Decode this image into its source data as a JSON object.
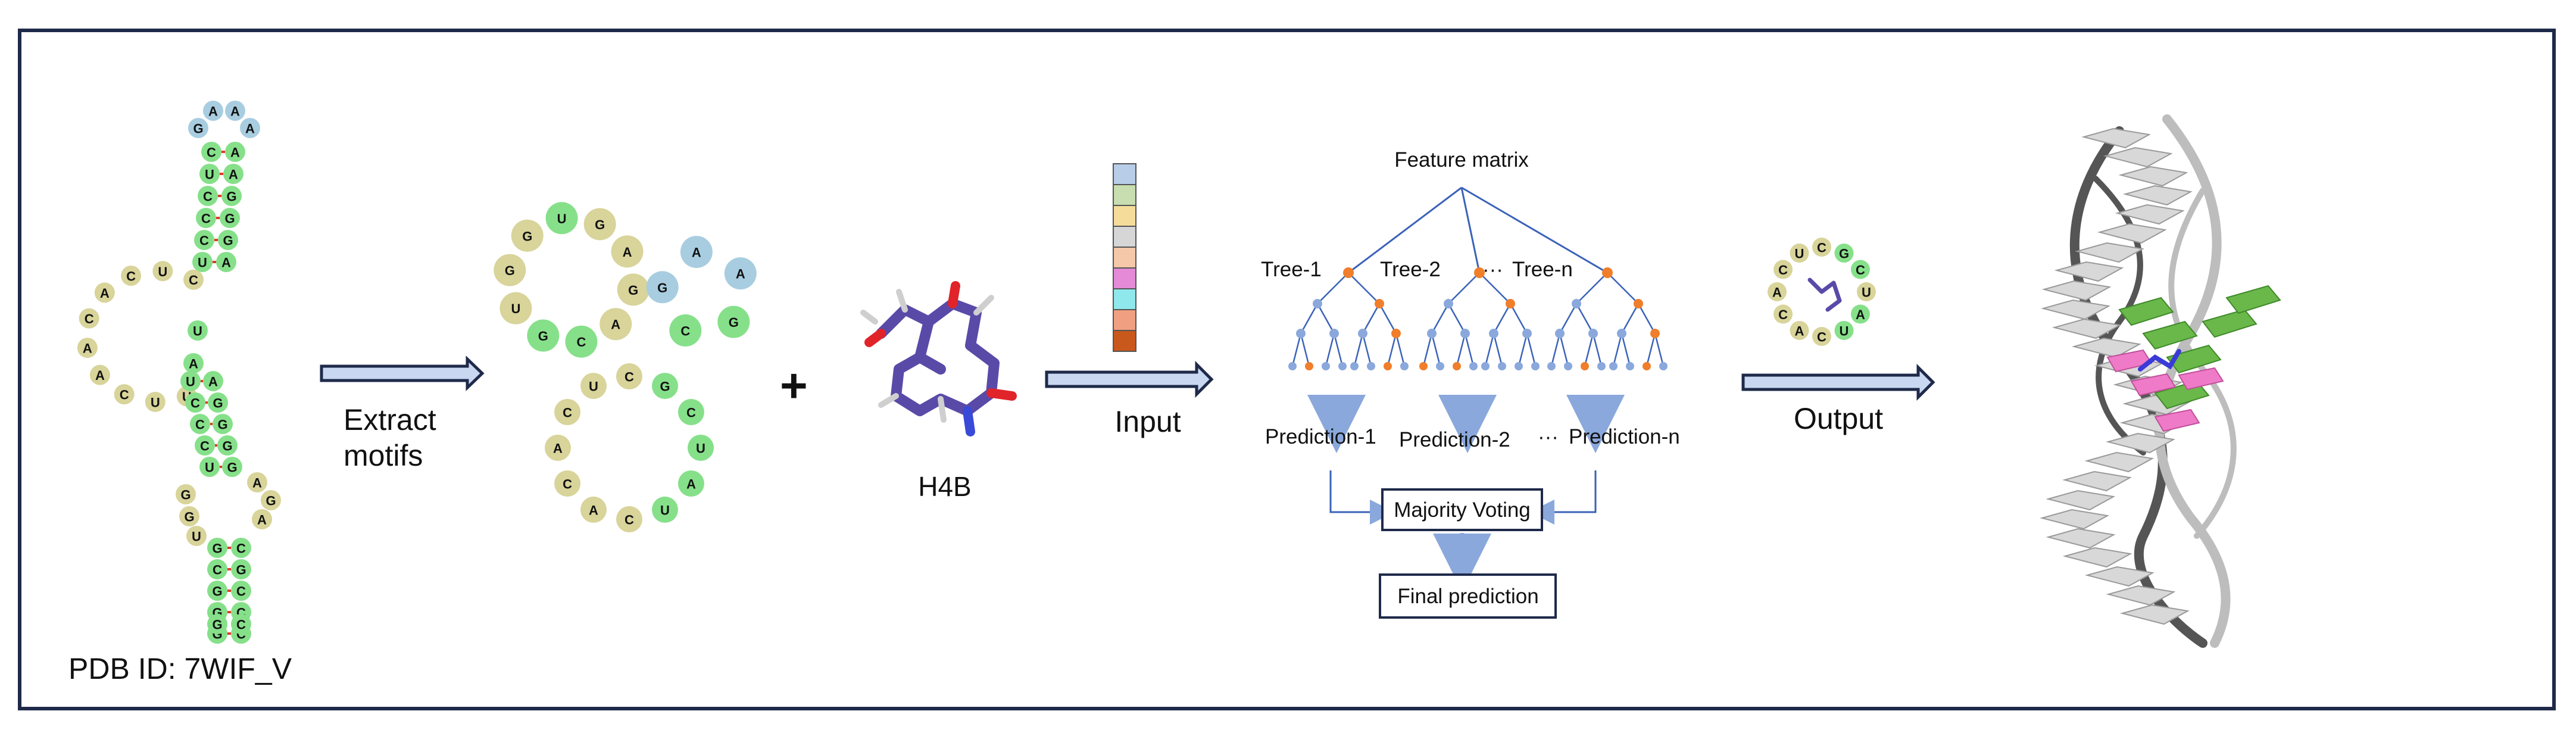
{
  "pdb_id_label": "PDB ID: 7WIF_V",
  "extract_label_line1": "Extract",
  "extract_label_line2": "motifs",
  "plus_sign": "+",
  "ligand_label": "H4B",
  "input_label": "Input",
  "output_label": "Output",
  "forest": {
    "feature_matrix": "Feature matrix",
    "trees": [
      "Tree-1",
      "Tree-2",
      "Tree-n"
    ],
    "tree_ellipsis": "···",
    "predictions": [
      "Prediction-1",
      "Prediction-2",
      "Prediction-n"
    ],
    "prediction_ellipsis": "···",
    "majority_voting": "Majority Voting",
    "final_prediction": "Final prediction"
  },
  "feature_vector_colors": [
    "#b8cde8",
    "#c8ddb0",
    "#f5dc9a",
    "#d6d6d6",
    "#f4c8a8",
    "#e58ad6",
    "#8fe8ec",
    "#f0a080",
    "#c8581c"
  ],
  "colors": {
    "frame": "#1f2a4a",
    "arrow_fill": "#c9d8f0",
    "arrow_stroke": "#1f2a4a",
    "tree_line": "#3a62b8",
    "tree_node_blue": "#8aa8dc",
    "tree_node_orange": "#f07e2a",
    "nt_green": "#86e08a",
    "nt_yellow": "#d8d49a",
    "nt_blue": "#a8cde0",
    "bond_red": "#e03a2a",
    "protein_grey": "#d8d8d8",
    "binding_green": "#6ab84a",
    "binding_pink": "#ee7ac8"
  },
  "rna_full": {
    "top_loop": [
      [
        "G",
        "b"
      ],
      [
        "A",
        "b"
      ],
      [
        "A",
        "b"
      ]
    ],
    "upper_stem": [
      [
        "C",
        "g",
        "A",
        "g"
      ],
      [
        "U",
        "g",
        "A",
        "g"
      ],
      [
        "C",
        "g",
        "G",
        "g"
      ],
      [
        "C",
        "g",
        "G",
        "g"
      ],
      [
        "C",
        "g",
        "G",
        "g"
      ],
      [
        "U",
        "g",
        "A",
        "g"
      ]
    ],
    "big_loop": [
      [
        "C",
        "y"
      ],
      [
        "U",
        "y"
      ],
      [
        "C",
        "y"
      ],
      [
        "A",
        "y"
      ],
      [
        "C",
        "y"
      ],
      [
        "A",
        "y"
      ],
      [
        "A",
        "y"
      ],
      [
        "C",
        "y"
      ],
      [
        "U",
        "y"
      ],
      [
        "U",
        "y"
      ]
    ],
    "middle_stem": [
      [
        "U",
        "g",
        "A",
        "g"
      ],
      [
        "C",
        "g",
        "G",
        "g"
      ],
      [
        "C",
        "g",
        "G",
        "g"
      ],
      [
        "C",
        "g",
        "G",
        "g"
      ],
      [
        "U",
        "g",
        "G",
        "g"
      ]
    ],
    "small_loop": [
      [
        "G",
        "y"
      ],
      [
        "G",
        "y"
      ],
      [
        "U",
        "y"
      ],
      [
        "A",
        "y"
      ],
      [
        "G",
        "y"
      ],
      [
        "A",
        "y"
      ]
    ],
    "lower_stem": [
      [
        "G",
        "g",
        "C",
        "g"
      ],
      [
        "C",
        "g",
        "G",
        "g"
      ],
      [
        "G",
        "g",
        "C",
        "g"
      ],
      [
        "G",
        "g",
        "C",
        "g"
      ],
      [
        "G",
        "g",
        "C",
        "g"
      ]
    ]
  },
  "motif_a": [
    [
      "G",
      "y"
    ],
    [
      "U",
      "g"
    ],
    [
      "G",
      "y"
    ],
    [
      "A",
      "y"
    ],
    [
      "G",
      "y"
    ],
    [
      "A",
      "y"
    ],
    [
      "C",
      "g"
    ],
    [
      "G",
      "g"
    ],
    [
      "U",
      "y"
    ],
    [
      "G",
      "y"
    ]
  ],
  "motif_b": [
    [
      "A",
      "b"
    ],
    [
      "A",
      "b"
    ],
    [
      "G",
      "g"
    ],
    [
      "C",
      "g"
    ],
    [
      "G",
      "b"
    ]
  ],
  "motif_c": [
    [
      "U",
      "y"
    ],
    [
      "C",
      "y"
    ],
    [
      "G",
      "g"
    ],
    [
      "C",
      "g"
    ],
    [
      "U",
      "g"
    ],
    [
      "A",
      "g"
    ],
    [
      "U",
      "g"
    ],
    [
      "C",
      "y"
    ],
    [
      "A",
      "y"
    ],
    [
      "C",
      "y"
    ],
    [
      "A",
      "y"
    ],
    [
      "C",
      "y"
    ]
  ],
  "motif_out": [
    [
      "U",
      "y"
    ],
    [
      "C",
      "y"
    ],
    [
      "G",
      "g"
    ],
    [
      "C",
      "g"
    ],
    [
      "U",
      "y"
    ],
    [
      "A",
      "g"
    ],
    [
      "U",
      "g"
    ],
    [
      "C",
      "y"
    ],
    [
      "A",
      "y"
    ],
    [
      "C",
      "y"
    ],
    [
      "A",
      "y"
    ],
    [
      "C",
      "y"
    ]
  ]
}
